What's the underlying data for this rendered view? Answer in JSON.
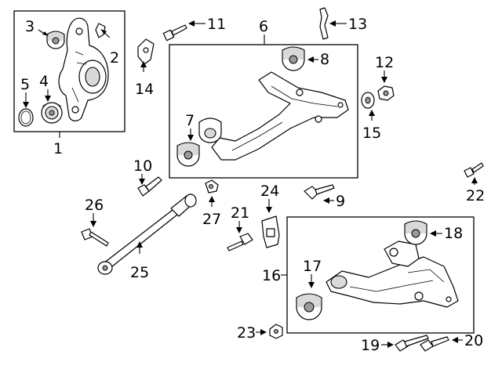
{
  "labels": {
    "c1": "1",
    "c2": "2",
    "c3": "3",
    "c4": "4",
    "c5": "5",
    "c6": "6",
    "c7": "7",
    "c8": "8",
    "c9": "9",
    "c10": "10",
    "c11": "11",
    "c12": "12",
    "c13": "13",
    "c14": "14",
    "c15": "15",
    "c16": "16",
    "c17": "17",
    "c18": "18",
    "c19": "19",
    "c20": "20",
    "c21": "21",
    "c22": "22",
    "c23": "23",
    "c24": "24",
    "c25": "25",
    "c26": "26",
    "c27": "27"
  }
}
